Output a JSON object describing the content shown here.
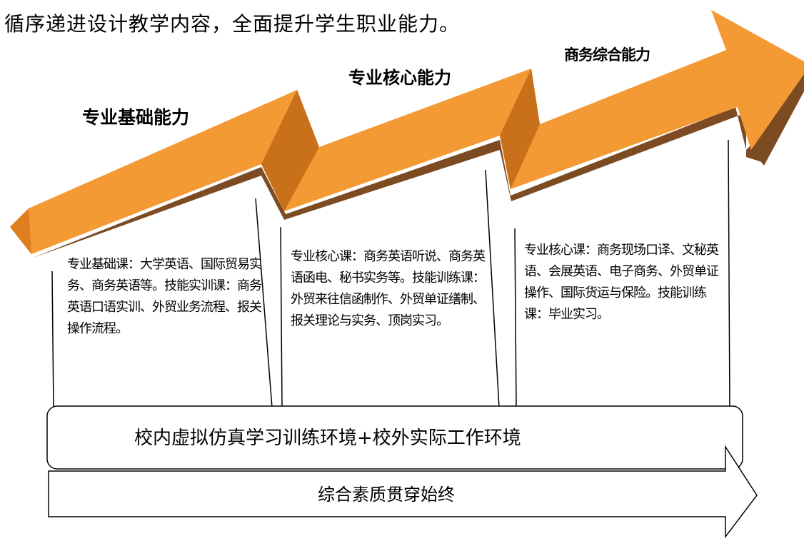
{
  "intro_text": "循序递进设计教学内容，全面提升学生职业能力。",
  "stages": [
    {
      "title": "专业基础能力",
      "description": "专业基础课：大学英语、国际贸易实务、商务英语等。技能实训课：商务英语口语实训、外贸业务流程、报关操作流程。"
    },
    {
      "title": "专业核心能力",
      "description": "专业核心课：商务英语听说、商务英语函电、秘书实务等。技能训练课：外贸来往信函制作、外贸单证缮制、报关理论与实务、顶岗实习。"
    },
    {
      "title": "商务综合能力",
      "description": "专业核心课：商务现场口译、文秘英语、会展英语、电子商务、外贸单证操作、国际货运与保险。技能训练课：毕业实习。"
    }
  ],
  "environment_label": "校内虚拟仿真学习训练环境+校外实际工作环境",
  "quality_label": "综合素质贯穿始终",
  "colors": {
    "arrow_face": "#f39a34",
    "arrow_side": "#7d4b22",
    "arrow_dark": "#c9701a",
    "outline": "#000000"
  }
}
